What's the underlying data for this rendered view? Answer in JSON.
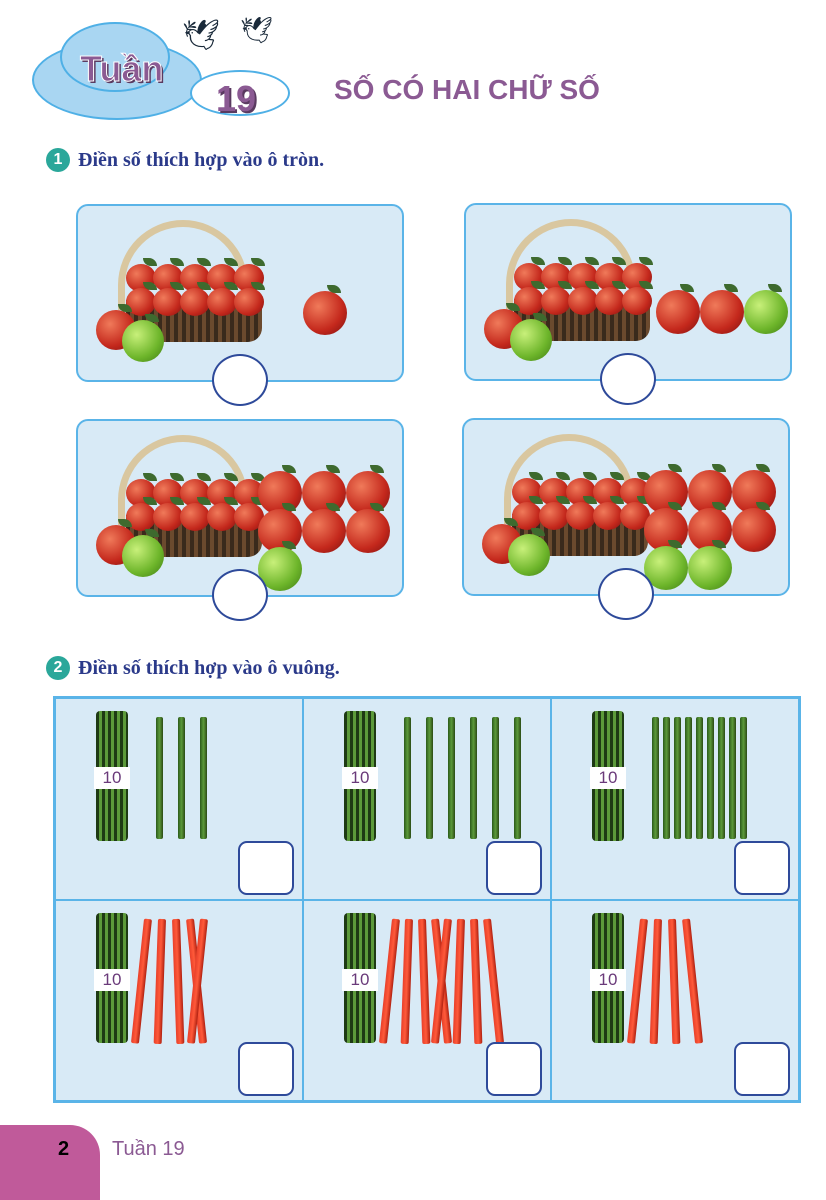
{
  "header": {
    "badge_word": "Tuần",
    "badge_number": "19",
    "title": "SỐ CÓ HAI CHỮ SỐ"
  },
  "exercise1": {
    "number": "1",
    "instruction": "Điền số thích hợp vào ô tròn.",
    "panels": [
      {
        "loose_red": 1,
        "loose_green": 0
      },
      {
        "loose_red": 2,
        "loose_green": 1
      },
      {
        "loose_red": 6,
        "loose_green": 1
      },
      {
        "loose_red": 6,
        "loose_green": 2
      }
    ]
  },
  "exercise2": {
    "number": "2",
    "instruction": "Điền số thích hợp vào ô vuông.",
    "bundle_label": "10",
    "cells": [
      {
        "color": "green",
        "sticks": 3
      },
      {
        "color": "green",
        "sticks": 6
      },
      {
        "color": "green",
        "sticks": 9
      },
      {
        "color": "red",
        "sticks": 5
      },
      {
        "color": "red",
        "sticks": 8
      },
      {
        "color": "red",
        "sticks": 4
      }
    ]
  },
  "footer": {
    "page_number": "2",
    "label": "Tuần 19"
  }
}
